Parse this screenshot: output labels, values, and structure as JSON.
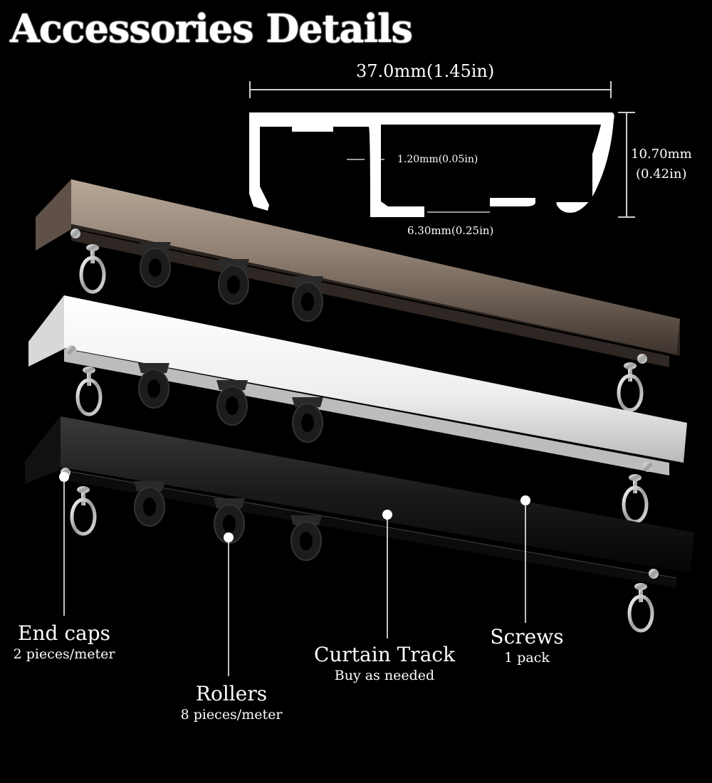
{
  "title": "Accessories Details",
  "dimensions": {
    "width": "37.0mm(1.45in)",
    "height_mm": "10.70mm",
    "height_in": "(0.42in)",
    "thickness": "1.20mm(0.05in)",
    "gap": "6.30mm(0.25in)"
  },
  "labels": [
    {
      "name": "End caps",
      "sub": "2 pieces/meter"
    },
    {
      "name": "Rollers",
      "sub": "8 pieces/meter"
    },
    {
      "name": "Curtain Track",
      "sub": "Buy as needed"
    },
    {
      "name": "Screws",
      "sub": "1 pack"
    }
  ],
  "colors": {
    "background": "#000000",
    "track_bronze": "#8a7a6c",
    "track_white": "#f2f2f2",
    "track_black": "#1a1a1a"
  }
}
